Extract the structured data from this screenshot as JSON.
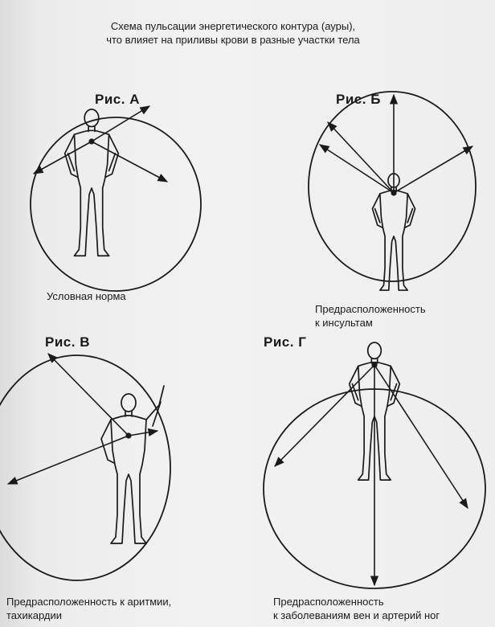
{
  "title": {
    "line1": "Схема пульсации энергетического контура (ауры),",
    "line2": "что влияет на приливы крови в разные участки тела"
  },
  "figures": [
    {
      "label": "Рис. А",
      "caption": [
        "Условная норма"
      ]
    },
    {
      "label": "Рис. Б",
      "caption": [
        "Предрасположенность",
        "к инсультам"
      ]
    },
    {
      "label": "Рис. В",
      "caption": [
        "Предрасположенность к аритмии,",
        "тахикардии"
      ]
    },
    {
      "label": "Рис. Г",
      "caption": [
        "Предрасположенность",
        "к заболеваниям вен и артерий ног"
      ]
    }
  ],
  "colors": {
    "ink": "#1a1a1a",
    "paper": "#f0f0f0"
  }
}
